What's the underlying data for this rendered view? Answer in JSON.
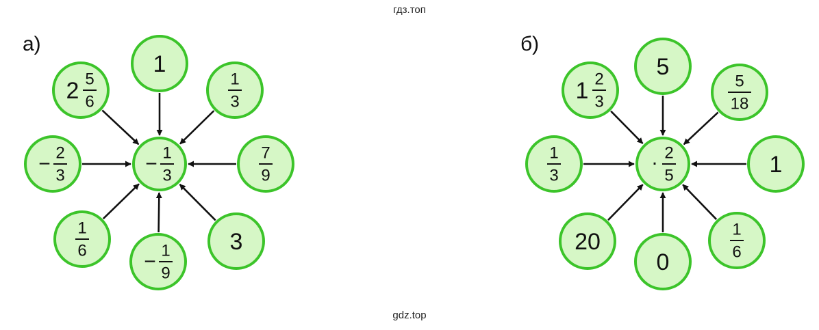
{
  "watermark_top": "гдз.топ",
  "watermark_bottom": "gdz.top",
  "panels": [
    {
      "label": "а)",
      "center": {
        "sign": "−",
        "num": "1",
        "den": "3"
      },
      "satellites": [
        {
          "id": "top",
          "whole": "1"
        },
        {
          "id": "top-right",
          "num": "1",
          "den": "3"
        },
        {
          "id": "right",
          "num": "7",
          "den": "9"
        },
        {
          "id": "bottom-right",
          "whole": "3"
        },
        {
          "id": "bottom",
          "sign": "−",
          "num": "1",
          "den": "9"
        },
        {
          "id": "bottom-left",
          "num": "1",
          "den": "6"
        },
        {
          "id": "left",
          "sign": "−",
          "num": "2",
          "den": "3"
        },
        {
          "id": "top-left",
          "whole": "2",
          "num": "5",
          "den": "6"
        }
      ]
    },
    {
      "label": "б)",
      "center": {
        "dot": "·",
        "num": "2",
        "den": "5"
      },
      "satellites": [
        {
          "id": "top",
          "whole": "5"
        },
        {
          "id": "top-right",
          "num": "5",
          "den": "18"
        },
        {
          "id": "right",
          "whole": "1"
        },
        {
          "id": "bottom-right",
          "num": "1",
          "den": "6"
        },
        {
          "id": "bottom",
          "whole": "0"
        },
        {
          "id": "bottom-left",
          "whole": "20"
        },
        {
          "id": "left",
          "num": "1",
          "den": "3"
        },
        {
          "id": "top-left",
          "whole": "1",
          "num": "2",
          "den": "3"
        }
      ]
    }
  ]
}
